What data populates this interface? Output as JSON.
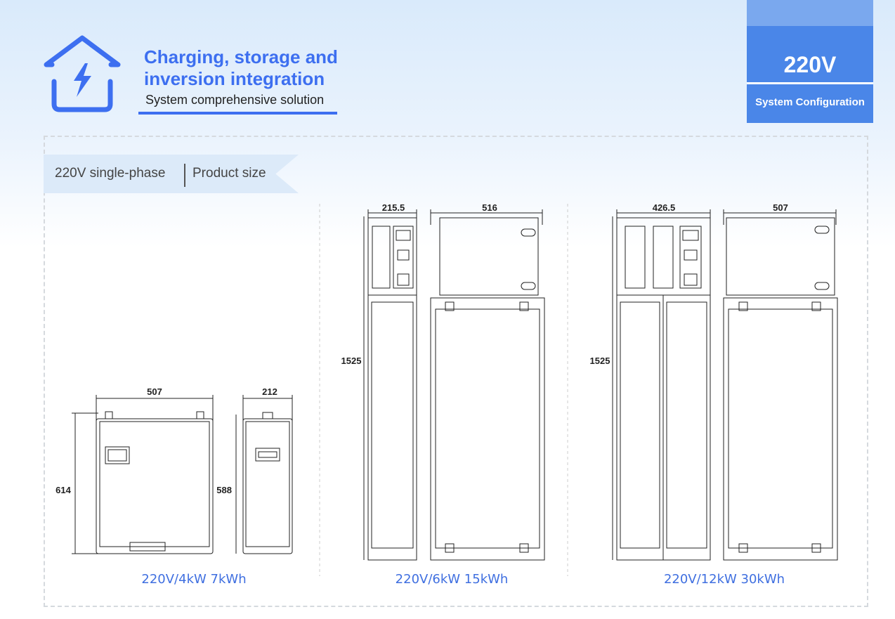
{
  "header": {
    "title": "Charging, storage and inversion integration",
    "subtitle": "System comprehensive solution",
    "icon": "house-lightning-icon"
  },
  "config": {
    "voltage": "220V",
    "label": "System Configuration"
  },
  "tag": {
    "phase": "220V single-phase",
    "section": "Product size"
  },
  "products": [
    {
      "caption": "220V/4kW 7kWh",
      "front_width": "507",
      "front_height": "614",
      "side_width": "212",
      "side_height": "588"
    },
    {
      "caption": "220V/6kW 15kWh",
      "front_width": "215.5",
      "side_width": "516",
      "height": "1525"
    },
    {
      "caption": "220V/12kW 30kWh",
      "front_width": "426.5",
      "side_width": "507",
      "height": "1525"
    }
  ],
  "colors": {
    "accent": "#3d6ff0",
    "config_bg": "#4a86e8"
  }
}
